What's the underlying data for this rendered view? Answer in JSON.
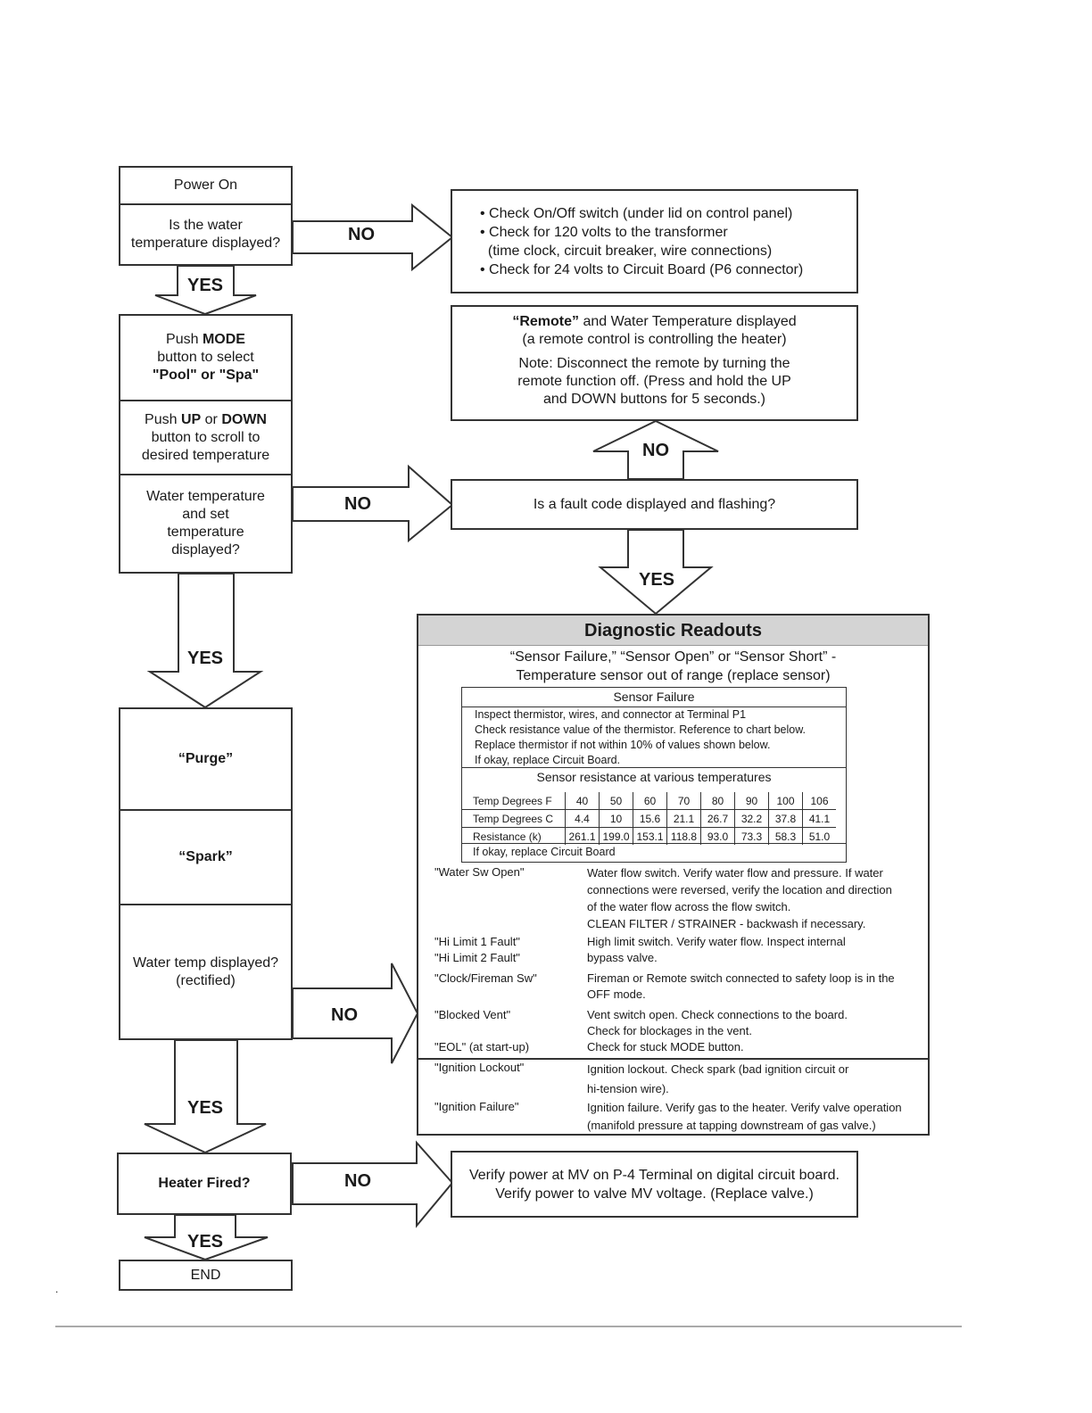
{
  "flow": {
    "power_on": "Power On",
    "water_temp_q": [
      "Is the water",
      "temperature displayed?"
    ],
    "push_mode": {
      "pre": "Push ",
      "bold": "MODE",
      "line2": "button to select",
      "line3": "\"Pool\" or \"Spa\""
    },
    "push_updown": {
      "pre": "Push ",
      "bold1": "UP",
      "mid": " or ",
      "bold2": "DOWN",
      "line2": "button to scroll to",
      "line3": "desired temperature"
    },
    "water_set_q": [
      "Water temperature",
      "and set",
      "temperature",
      "displayed?"
    ],
    "purge": "“Purge”",
    "spark": "“Spark”",
    "rectified_q": [
      "Water temp displayed?",
      "(rectified)"
    ],
    "heater_fired": "Heater Fired?",
    "end": "END",
    "yes": "YES",
    "no": "NO"
  },
  "checks": [
    "• Check On/Off switch (under lid on control panel)",
    "• Check for 120 volts to the transformer",
    "  (time clock, circuit breaker, wire connections)",
    "• Check for 24 volts to Circuit Board (P6 connector)"
  ],
  "remote": {
    "bold": "“Remote”",
    "line1_rest": " and Water Temperature displayed",
    "line2": "(a remote control is controlling the heater)",
    "note1": "Note: Disconnect the remote by turning the",
    "note2": "remote function off.  (Press and hold the UP",
    "note3": "and DOWN buttons for 5 seconds.)"
  },
  "fault_q": "Is a fault code displayed and flashing?",
  "verify": [
    "Verify power at MV on P-4 Terminal on digital circuit board.",
    "Verify power to valve MV voltage. (Replace valve.)"
  ],
  "diagnostic": {
    "title": "Diagnostic Readouts",
    "sensor_line1": "“Sensor Failure,” “Sensor Open” or “Sensor Short” -",
    "sensor_line2": "Temperature sensor out of range (replace sensor)",
    "sf_title": "Sensor Failure",
    "sf_lines": [
      "Inspect thermistor, wires, and connector at Terminal P1",
      "Check resistance value of the thermistor. Reference to chart below.",
      "Replace thermistor if not within 10% of values shown below.",
      "If okay, replace Circuit Board."
    ],
    "res_title": "Sensor resistance at various temperatures",
    "table": {
      "rows": [
        [
          "Temp Degrees F",
          "40",
          "50",
          "60",
          "70",
          "80",
          "90",
          "100",
          "106"
        ],
        [
          "Temp Degrees C",
          "4.4",
          "10",
          "15.6",
          "21.1",
          "26.7",
          "32.2",
          "37.8",
          "41.1"
        ],
        [
          "Resistance (k)",
          "261.1",
          "199.0",
          "153.1",
          "118.8",
          "93.0",
          "73.3",
          "58.3",
          "51.0"
        ]
      ]
    },
    "if_okay": "If okay, replace Circuit Board",
    "codes": [
      {
        "code": [
          "\"Water Sw Open\""
        ],
        "desc": [
          "Water flow switch. Verify water flow and pressure.  If water",
          "connections were reversed, verify the location and direction",
          "of the water flow across the flow switch.",
          "CLEAN FILTER / STRAINER - backwash if necessary."
        ]
      },
      {
        "code": [
          "\"Hi Limit 1 Fault\"",
          "\"Hi Limit 2 Fault\""
        ],
        "desc": [
          "High limit switch. Verify water flow. Inspect internal",
          "bypass valve."
        ]
      },
      {
        "code": [
          "\"Clock/Fireman Sw\""
        ],
        "desc": [
          "Fireman or Remote switch connected to safety loop is in the",
          "OFF mode."
        ]
      },
      {
        "code": [
          "\"Blocked Vent\""
        ],
        "desc": [
          "Vent switch open. Check connections to the board.",
          "Check for blockages in the vent."
        ]
      },
      {
        "code": [
          "\"EOL\" (at start-up)"
        ],
        "desc": [
          "Check for stuck MODE button."
        ]
      },
      {
        "code": [
          "\"Ignition Lockout\""
        ],
        "desc": [
          "Ignition lockout. Check spark (bad ignition circuit or",
          "hi-tension wire)."
        ]
      },
      {
        "code": [
          "\"Ignition Failure\""
        ],
        "desc": [
          "Ignition failure.  Verify gas to the heater. Verify valve operation",
          "(manifold pressure at tapping downstream of gas valve.)"
        ]
      }
    ]
  },
  "page_mark": "."
}
